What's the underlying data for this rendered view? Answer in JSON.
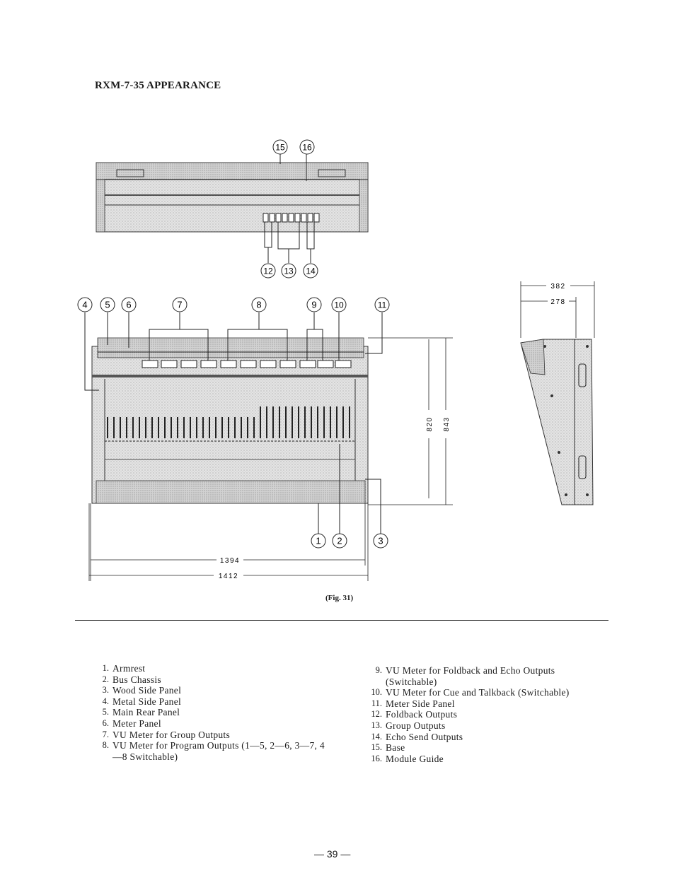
{
  "heading": "RXM-7-35 APPEARANCE",
  "figure": {
    "caption": "(Fig. 31)",
    "callouts_top": [
      "15",
      "16"
    ],
    "callouts_rear": [
      "12",
      "13",
      "14"
    ],
    "callouts_front_top": [
      "4",
      "5",
      "6",
      "7",
      "8",
      "9",
      "10",
      "11"
    ],
    "callouts_front_bottom": [
      "1",
      "2",
      "3"
    ],
    "dimensions": {
      "width_inner": "1394",
      "width_outer": "1412",
      "height_inner": "820",
      "height_outer": "843",
      "depth_outer": "382",
      "depth_inner": "278"
    }
  },
  "legend_left": [
    {
      "num": "1.",
      "text": "Armrest"
    },
    {
      "num": "2.",
      "text": "Bus Chassis"
    },
    {
      "num": "3.",
      "text": "Wood Side Panel"
    },
    {
      "num": "4.",
      "text": "Metal Side Panel"
    },
    {
      "num": "5.",
      "text": "Main Rear Panel"
    },
    {
      "num": "6.",
      "text": "Meter Panel"
    },
    {
      "num": "7.",
      "text": "VU Meter for Group Outputs"
    },
    {
      "num": "8.",
      "text": "VU Meter for Program Outputs (1—5, 2—6, 3—7, 4—8 Switchable)"
    }
  ],
  "legend_right": [
    {
      "num": "9.",
      "text": "VU Meter for Foldback and Echo Outputs (Switchable)"
    },
    {
      "num": "10.",
      "text": "VU Meter for Cue and Talkback (Switchable)"
    },
    {
      "num": "11.",
      "text": "Meter Side Panel"
    },
    {
      "num": "12.",
      "text": "Foldback Outputs"
    },
    {
      "num": "13.",
      "text": "Group Outputs"
    },
    {
      "num": "14.",
      "text": "Echo Send Outputs"
    },
    {
      "num": "15.",
      "text": "Base"
    },
    {
      "num": "16.",
      "text": "Module Guide"
    }
  ],
  "page_number": "— 39 —"
}
